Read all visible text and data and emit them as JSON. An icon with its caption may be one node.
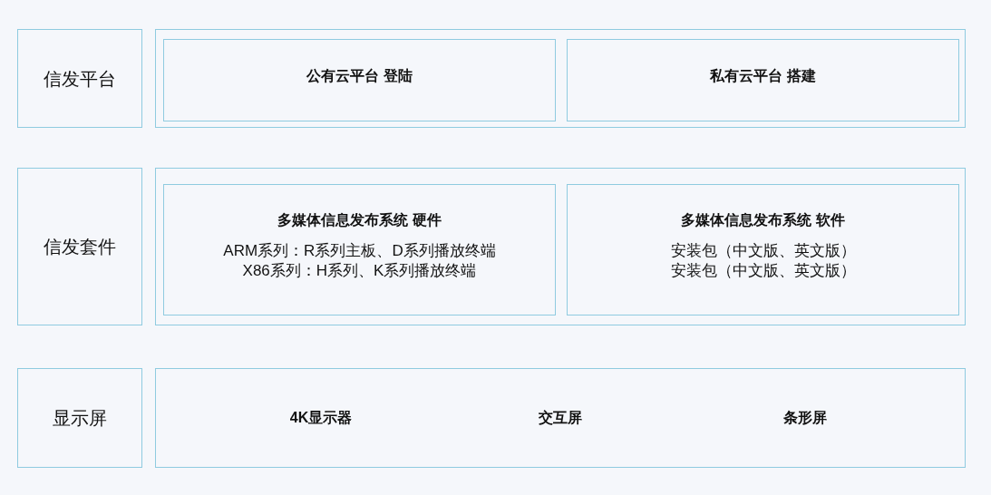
{
  "diagram": {
    "nodes": [
      {
        "text": [
          "信发平台"
        ]
      },
      {
        "text": [],
        "shape": "box"
      },
      {
        "text": [
          "公有云平台 登陆"
        ],
        "in": 1
      },
      {
        "text": [
          "私有云平台 搭建"
        ],
        "in": 1
      },
      {
        "text": [
          "信发套件"
        ]
      },
      {
        "text": [],
        "shape": "box"
      },
      {
        "text": [
          "多媒体信息发布系统 硬件",
          "ARM系列：R系列主板、D系列播放终端",
          "X86系列：H系列、K系列播放终端"
        ],
        "in": 5
      },
      {
        "text": [
          "多媒体信息发布系统 软件",
          "安装包（中文版、英文版）",
          "安装包（中文版、英文版）"
        ],
        "in": 5
      },
      {
        "text": [
          "显示屏"
        ]
      },
      {
        "text": [
          "4K显示器",
          "交互屏",
          "条形屏"
        ]
      }
    ],
    "edges": []
  }
}
